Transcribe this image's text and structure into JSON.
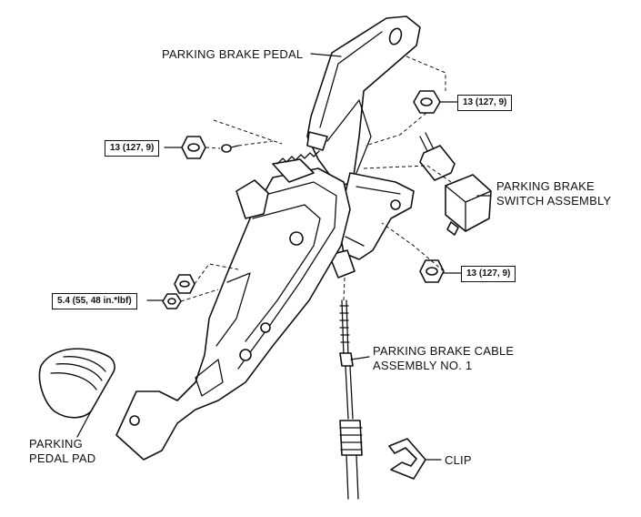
{
  "labels": {
    "parking_brake_pedal": "PARKING BRAKE PEDAL",
    "switch_line1": "PARKING BRAKE",
    "switch_line2": "SWITCH ASSEMBLY",
    "cable_line1": "PARKING BRAKE CABLE",
    "cable_line2": "ASSEMBLY NO. 1",
    "pad_line1": "PARKING",
    "pad_line2": "PEDAL PAD",
    "clip": "CLIP"
  },
  "torque_specs": {
    "top_right": "13 (127, 9)",
    "left": "13 (127, 9)",
    "bottom_right": "13 (127, 9)",
    "bottom_left": "5.4 (55, 48 in.*lbf)"
  }
}
